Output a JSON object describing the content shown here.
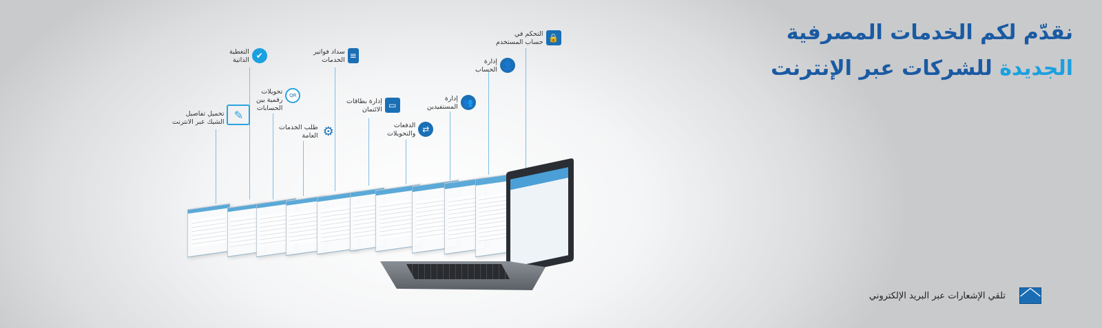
{
  "headline": {
    "line1": "نقدّم لكم الخدمات المصرفية",
    "line2_highlight": "الجديدة",
    "line2_rest": " للشركات عبر الإنترنت"
  },
  "features": [
    {
      "label1": "التحكم في",
      "label2": "حساب المستخدم",
      "icon": "lock-icon"
    },
    {
      "label1": "إدارة",
      "label2": "الحساب",
      "icon": "user-settings-icon"
    },
    {
      "label1": "إدارة",
      "label2": "المستفيدين",
      "icon": "users-icon"
    },
    {
      "label1": "الدفعات",
      "label2": "والتحويلات",
      "icon": "transfer-arrows-icon"
    },
    {
      "label1": "إدارة بطاقات",
      "label2": "الائتمان",
      "icon": "credit-card-icon"
    },
    {
      "label1": "سداد فواتير",
      "label2": "الخدمات",
      "icon": "document-icon"
    },
    {
      "label1": "طلب الخدمات",
      "label2": "العامة",
      "icon": "gears-icon"
    },
    {
      "label1": "تحويلات",
      "label2": "رقمية بين",
      "label3": "الحسابات",
      "icon": "qr-refresh-icon"
    },
    {
      "label1": "التغطية",
      "label2": "الذاتية",
      "icon": "gear-check-icon"
    },
    {
      "label1": "تحميل تفاصيل",
      "label2": "الشيك عبر الانترنت",
      "icon": "cheque-pen-icon"
    }
  ],
  "email_notice": "تلقي الإشعارات عبر البريد الإلكتروني",
  "colors": {
    "dark_blue": "#1a5aa3",
    "light_blue": "#1ba0e0"
  }
}
